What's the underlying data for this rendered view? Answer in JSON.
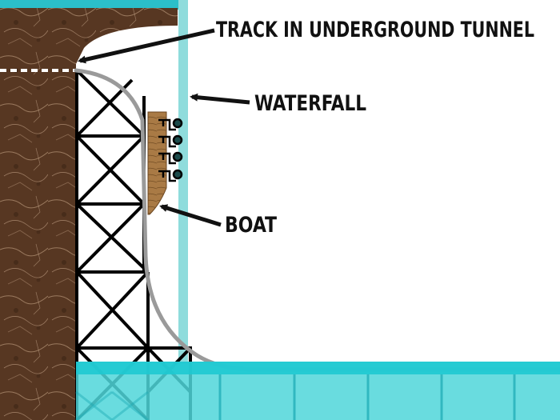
{
  "labels": {
    "track": "TRACK IN UNDERGROUND TUNNEL",
    "waterfall": "WATERFALL",
    "boat": "BOAT"
  },
  "colors": {
    "rock": "#5a3a24",
    "rock_vein": "#c9a98a",
    "water_top": "#1ec9d2",
    "water_mid": "#4fd6d9",
    "waterfall": "#8fdcdc",
    "track": "#9a9a9a",
    "structure": "#000000",
    "boat_wood": "#a97a45"
  },
  "icons": [
    "rock-wall",
    "support-lattice",
    "coaster-track",
    "waterfall-stream",
    "boat",
    "passenger-figures",
    "pointer-arrow"
  ],
  "passenger_count": 4
}
